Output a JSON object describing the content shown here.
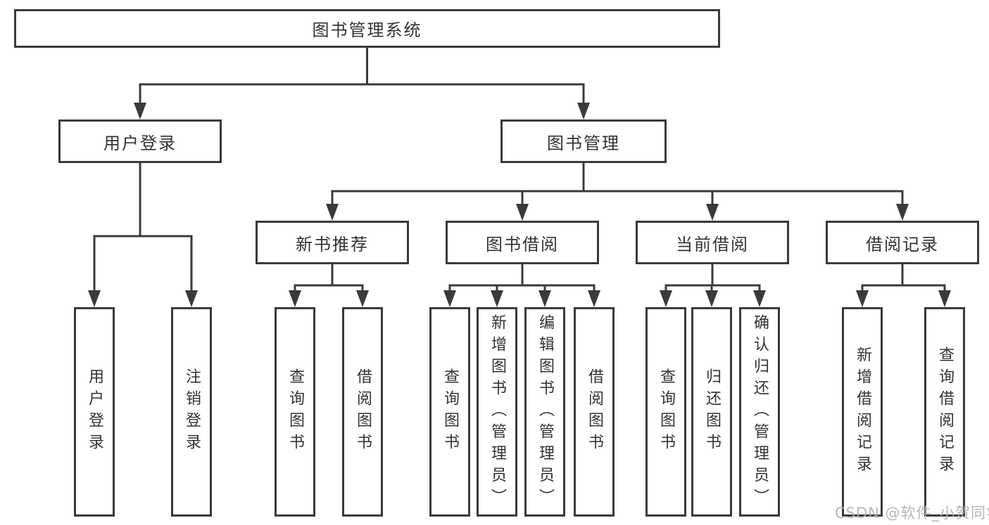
{
  "tree": {
    "label": "图书管理系统",
    "children": [
      {
        "label": "用户登录",
        "children": [
          {
            "label": "用户登录"
          },
          {
            "label": "注销登录"
          }
        ]
      },
      {
        "label": "图书管理",
        "children": [
          {
            "label": "新书推荐",
            "children": [
              {
                "label": "查询图书"
              },
              {
                "label": "借阅图书"
              }
            ]
          },
          {
            "label": "图书借阅",
            "children": [
              {
                "label": "查询图书"
              },
              {
                "label": "新增图书（管理员）"
              },
              {
                "label": "编辑图书（管理员）"
              },
              {
                "label": "借阅图书"
              }
            ]
          },
          {
            "label": "当前借阅",
            "children": [
              {
                "label": "查询图书"
              },
              {
                "label": "归还图书"
              },
              {
                "label": "确认归还（管理员）"
              }
            ]
          },
          {
            "label": "借阅记录",
            "children": [
              {
                "label": "新增借阅记录"
              },
              {
                "label": "查询借阅记录"
              }
            ]
          }
        ]
      }
    ]
  },
  "watermark": {
    "text": "CSDN @软件_小贺同学"
  },
  "colors": {
    "line": "#3a3a3a",
    "box_border": "#3a3a3a",
    "box_fill": "#ffffff",
    "text": "#333333",
    "watermark": "#b0b0b0",
    "background": "#ffffff"
  }
}
